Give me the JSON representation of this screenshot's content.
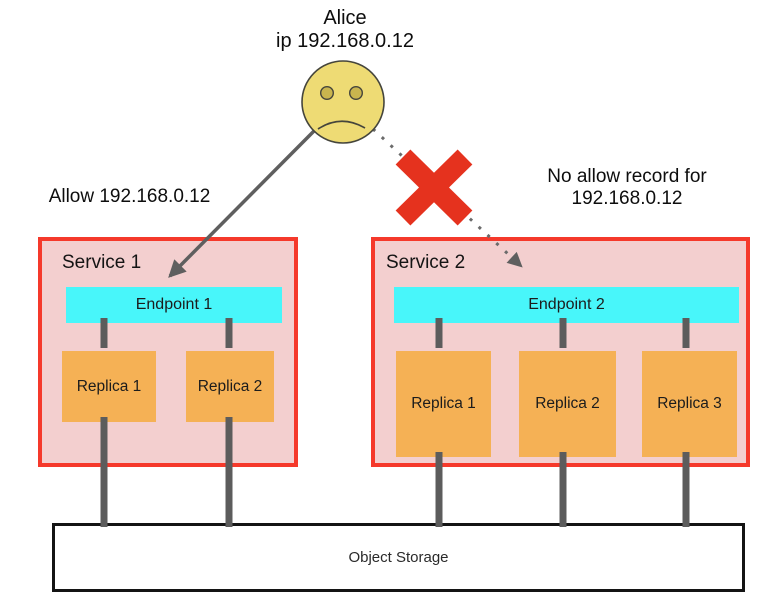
{
  "actor": {
    "name": "Alice",
    "ip": "ip 192.168.0.12",
    "icon": "sad-face-icon"
  },
  "labels": {
    "allow": "Allow 192.168.0.12",
    "deny_line1": "No allow record for",
    "deny_line2": "192.168.0.12"
  },
  "services": [
    {
      "title": "Service 1",
      "endpoint": "Endpoint 1",
      "replicas": [
        "Replica 1",
        "Replica 2"
      ]
    },
    {
      "title": "Service 2",
      "endpoint": "Endpoint 2",
      "replicas": [
        "Replica 1",
        "Replica 2",
        "Replica 3"
      ]
    }
  ],
  "storage": {
    "label": "Object Storage"
  },
  "colors": {
    "service_fill": "#F3CFCF",
    "service_border": "#F5392B",
    "endpoint_fill": "#48F6FA",
    "replica_fill": "#F5B155",
    "connector_gray": "#5C5C5C",
    "arrow_gray": "#5F5F5F",
    "deny_x_red": "#E5321E",
    "face_yellow": "#EEDB74",
    "storage_border": "#141414"
  }
}
